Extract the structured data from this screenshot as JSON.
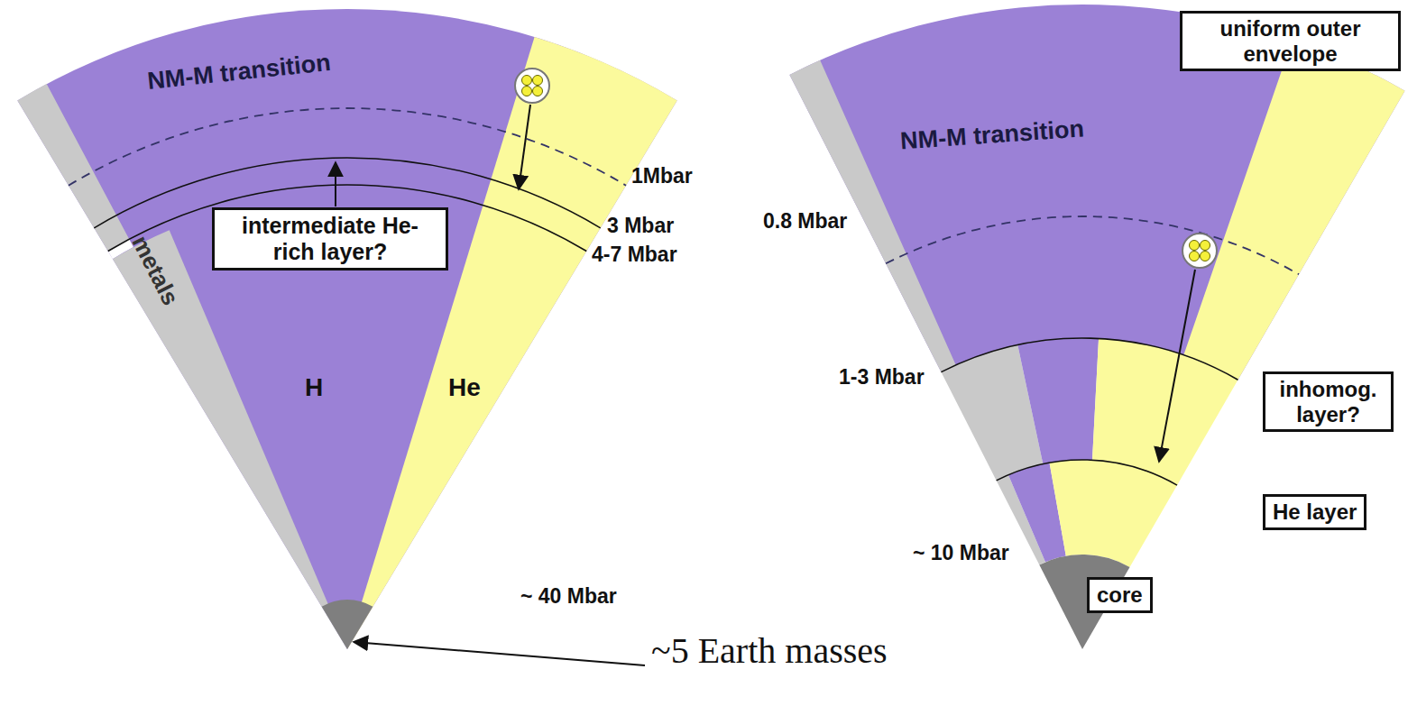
{
  "diagram": {
    "nodes": [
      {
        "text": [
          "intermediate He-rich layer?"
        ]
      },
      {
        "text": [
          "uniform outer envelope"
        ]
      },
      {
        "text": [
          "inhomog. layer?"
        ]
      },
      {
        "text": [
          "He layer"
        ]
      },
      {
        "text": [
          "core"
        ]
      }
    ],
    "labels": [
      "NM-M transition",
      "1Mbar",
      "3 Mbar",
      "4-7 Mbar",
      "metals",
      "H",
      "He",
      "~ 40 Mbar",
      "~5 Earth masses",
      "NM-M transition",
      "0.8 Mbar",
      "1-3 Mbar",
      "~ 10 Mbar"
    ]
  }
}
